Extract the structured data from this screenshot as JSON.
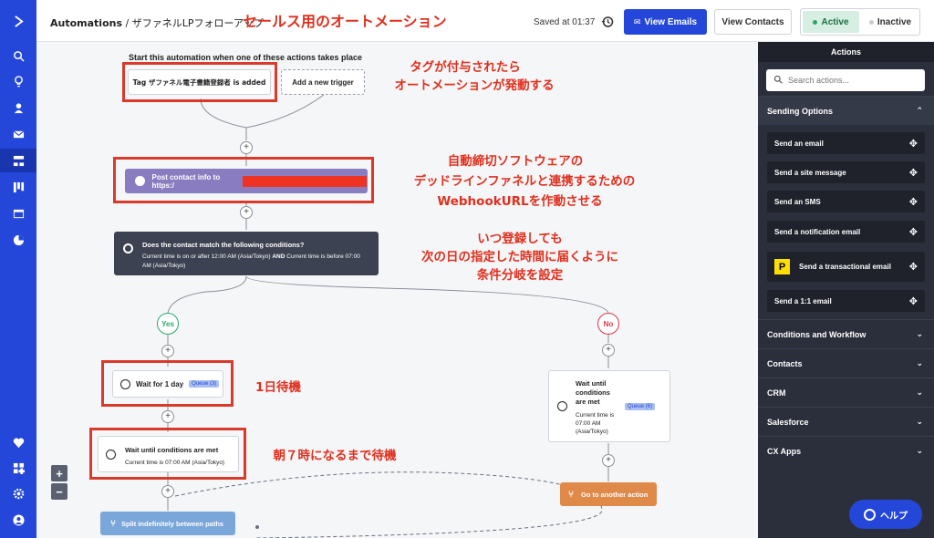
{
  "topbar": {
    "crumb_root": "Automations",
    "crumb_sep": "/",
    "crumb_current": "ザファネルLPフォローアップ",
    "saved_text": "Saved at 01:37",
    "view_emails_label": "View Emails",
    "view_contacts_label": "View Contacts",
    "active_label": "Active",
    "inactive_label": "Inactive"
  },
  "annotations": {
    "title": "セールス用のオートメーション",
    "trigger_note_1": "タグが付与されたら",
    "trigger_note_2": "オートメーションが発動する",
    "webhook_note_1": "自動締切ソフトウェアの",
    "webhook_note_2": "デッドラインファネルと連携するための",
    "webhook_note_3": "WebhookURLを作動させる",
    "cond_note_1": "いつ登録しても",
    "cond_note_2": "次の日の指定した時間に届くように",
    "cond_note_3": "条件分岐を設定",
    "wait_day_note": "1日待機",
    "wait_time_note": "朝７時になるまで待機"
  },
  "canvas": {
    "start_text": "Start this automation when one of these actions takes place",
    "trigger_label": "Tag ザファネル電子書籍登録者 is added",
    "add_trigger_label": "Add a new trigger",
    "webhook_label": "Post contact info to https:/",
    "condition_title": "Does the contact match the following conditions?",
    "condition_text_1": "Current time is on or after 12:00 AM (Asia/Tokyo)",
    "condition_and": "AND",
    "condition_text_2": "Current time is before 07:00",
    "condition_text_3": "AM (Asia/Tokyo)",
    "yes_label": "Yes",
    "no_label": "No",
    "wait_day_label": "Wait for 1 day",
    "wait_day_queue": "Queue (3)",
    "wait_until_label": "Wait until conditions are met",
    "wait_until_sub": "Current time is 07:00 AM (Asia/Tokyo)",
    "no_wait_title_1": "Wait until",
    "no_wait_title_2": "conditions",
    "no_wait_title_3": "are met",
    "no_wait_queue": "Queue (6)",
    "no_wait_sub_1": "Current time is",
    "no_wait_sub_2": "07:00 AM",
    "no_wait_sub_3": "(Asia/Tokyo)",
    "goto_label": "Go to another action",
    "split_label": "Split indefinitely between paths",
    "zoom_in": "+",
    "zoom_out": "−"
  },
  "panel": {
    "header": "Actions",
    "search_placeholder": "Search actions...",
    "sending_options": "Sending Options",
    "actions": [
      "Send an email",
      "Send a site message",
      "Send an SMS",
      "Send a notification email",
      "Send a transactional email",
      "Send a 1:1 email"
    ],
    "sections": [
      "Conditions and Workflow",
      "Contacts",
      "CRM",
      "Salesforce",
      "CX Apps"
    ]
  },
  "help_label": "ヘルプ",
  "colors": {
    "rail": "#2447d9",
    "accent": "#2447d9",
    "annotation": "#e0301e",
    "panel": "#2b2f3b",
    "webhook": "#8a7cc0",
    "goto": "#e08a4a",
    "split": "#7aa6d9"
  }
}
